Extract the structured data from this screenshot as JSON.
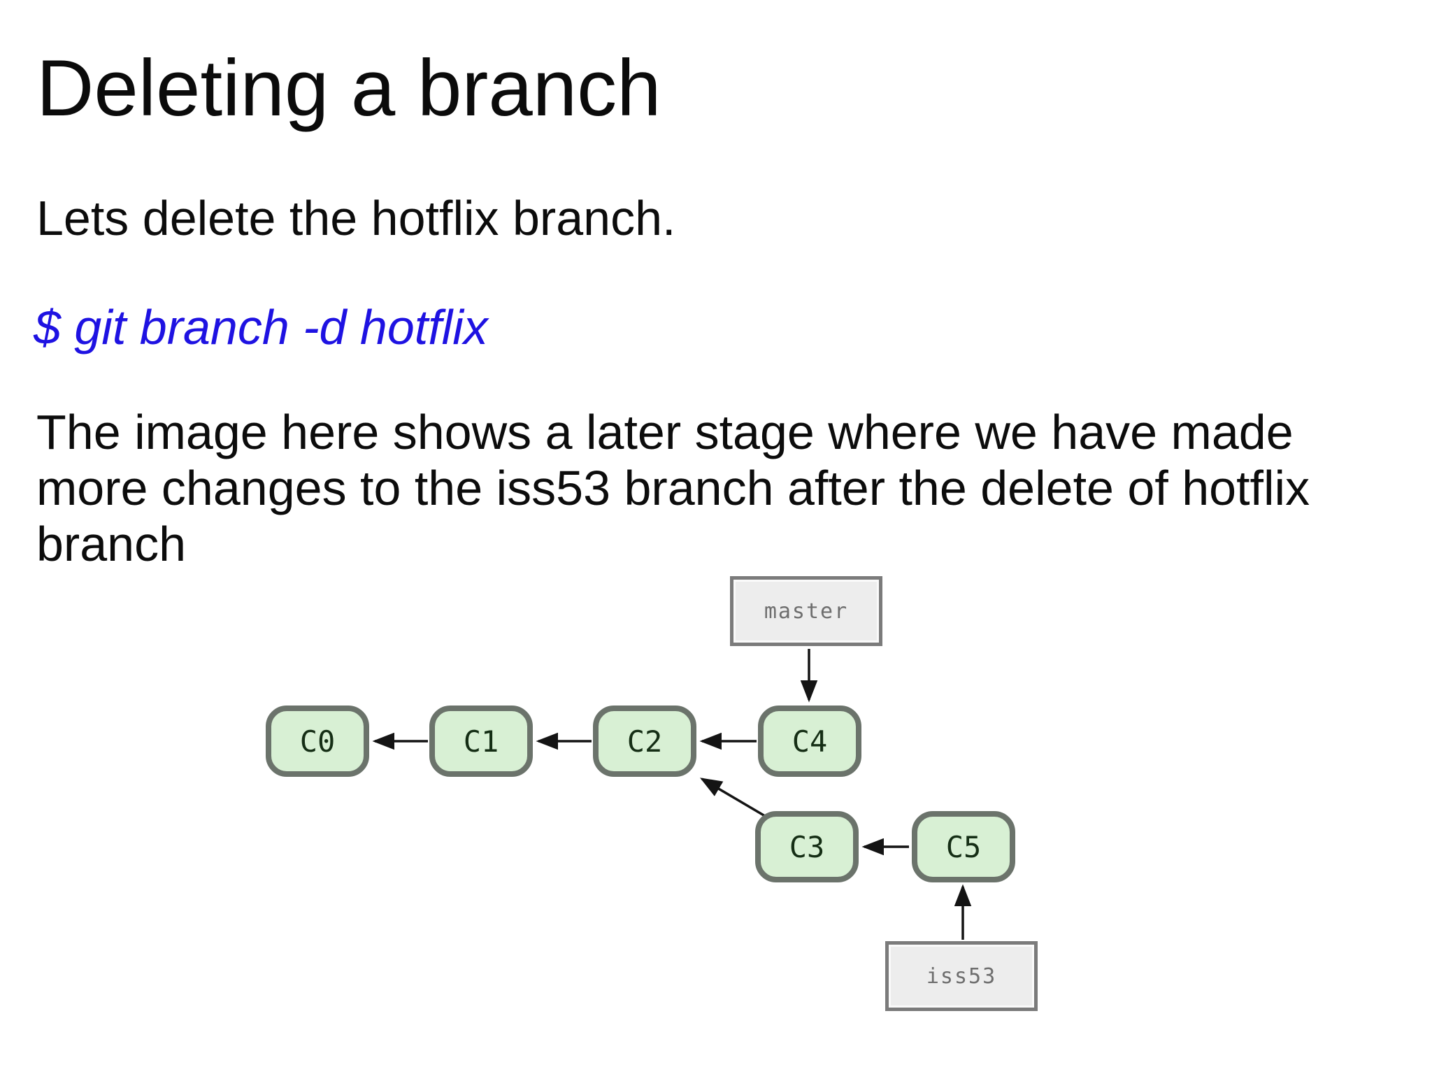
{
  "page": {
    "background": "#ffffff"
  },
  "slide": {
    "title": "Deleting a branch",
    "intro": "Lets delete the hotflix branch.",
    "command": "$ git branch -d hotflix",
    "description_lines": [
      "The image here shows a later stage where we have made",
      "more changes to the iss53 branch after the delete of hotflix",
      "branch"
    ]
  },
  "diagram": {
    "type": "git-commit-graph",
    "commits": [
      {
        "id": "C0"
      },
      {
        "id": "C1"
      },
      {
        "id": "C2"
      },
      {
        "id": "C4"
      },
      {
        "id": "C3"
      },
      {
        "id": "C5"
      }
    ],
    "branch_labels": [
      {
        "name": "master",
        "points_to": "C4"
      },
      {
        "name": "iss53",
        "points_to": "C5"
      }
    ],
    "edges": [
      {
        "from": "C1",
        "to": "C0"
      },
      {
        "from": "C2",
        "to": "C1"
      },
      {
        "from": "C4",
        "to": "C2"
      },
      {
        "from": "C3",
        "to": "C2"
      },
      {
        "from": "C5",
        "to": "C3"
      },
      {
        "from": "master",
        "to": "C4"
      },
      {
        "from": "iss53",
        "to": "C5"
      }
    ],
    "colors": {
      "commit_fill": "#d8f0d4",
      "commit_border": "#6b736b",
      "commit_text": "#152e15",
      "label_fill": "#ededed",
      "label_border": "#7b7b7b",
      "label_text": "#6e6e6e",
      "arrow": "#141414"
    }
  },
  "text_colors": {
    "body": "#0c0c0c",
    "command_blue": "#1e12e2"
  }
}
